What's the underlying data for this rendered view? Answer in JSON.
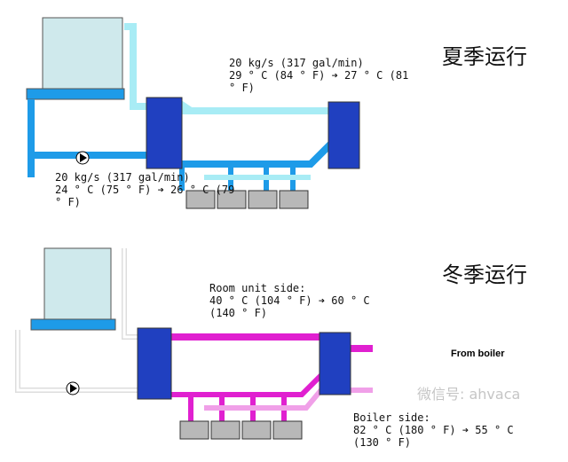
{
  "summer": {
    "title": "夏季运行",
    "top_flow": [
      "20 kg/s (317 gal/min)",
      "29 ° C (84 ° F) ➔ 27 ° C (81",
      "° F)"
    ],
    "bottom_flow": [
      "20 kg/s (317 gal/min)",
      "24 ° C (75 ° F) ➔ 26 ° C (79",
      "° F)"
    ]
  },
  "winter": {
    "title": "冬季运行",
    "room_side": [
      "Room unit side:",
      "40 ° C (104 ° F) ➔ 60 ° C",
      "(140 ° F)"
    ],
    "from_boiler": "From boiler",
    "boiler_side": [
      "Boiler side:",
      "82 ° C (180 ° F) ➔ 55 ° C",
      "(130 ° F)"
    ]
  },
  "watermark": "微信号: ahvaca",
  "colors": {
    "summer_pipe": "#1e9be8",
    "summer_return": "#a8ecf5",
    "winter_hot": "#e020d0",
    "winter_warm": "#f0a0e8",
    "hx": "#2040c0",
    "unit": "#b8b8b8"
  }
}
